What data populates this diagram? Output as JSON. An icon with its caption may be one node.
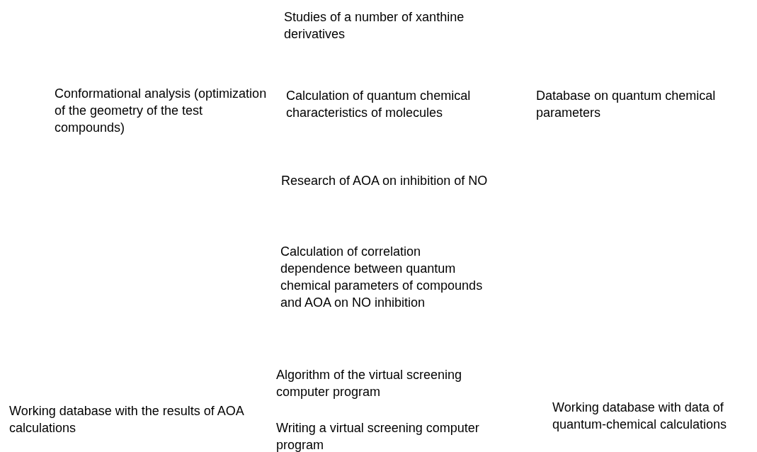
{
  "diagram": {
    "labels": [
      "Studies of a number of xanthine derivatives",
      "Conformational analysis (optimization of the geometry of the test compounds)",
      "Calculation of quantum chemical characteristics of molecules",
      "Database on quantum chemical parameters",
      "Research of AOA on inhibition of NO",
      "Calculation of correlation dependence between quantum chemical parameters of compounds and AOA on NO inhibition",
      "Algorithm of the virtual screening computer program",
      "Working database with data of quantum-chemical calculations",
      "Working database with the results of AOA calculations",
      "Writing a virtual screening computer program"
    ]
  }
}
